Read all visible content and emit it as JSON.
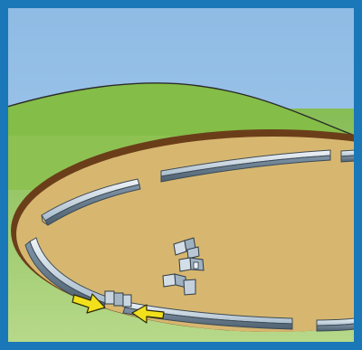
{
  "scene": {
    "subject": "",
    "colors": {
      "frame": "#1a78b8",
      "sky_top": "#8fbbe4",
      "sky_bottom": "#a9cdee",
      "hill": "#84bd47",
      "grass_light": "#b7d98a",
      "grass_dark": "#86bd55",
      "soil_edge": "#6b3e1a",
      "soil": "#d7b770",
      "steel_light": "#dce6ee",
      "steel_mid": "#9fb3c4",
      "steel_dark": "#5d6f7f",
      "arrow": "#f2e01c"
    },
    "track_segments": 6,
    "loose_connectors": 3,
    "assembly_arrows": 2
  }
}
